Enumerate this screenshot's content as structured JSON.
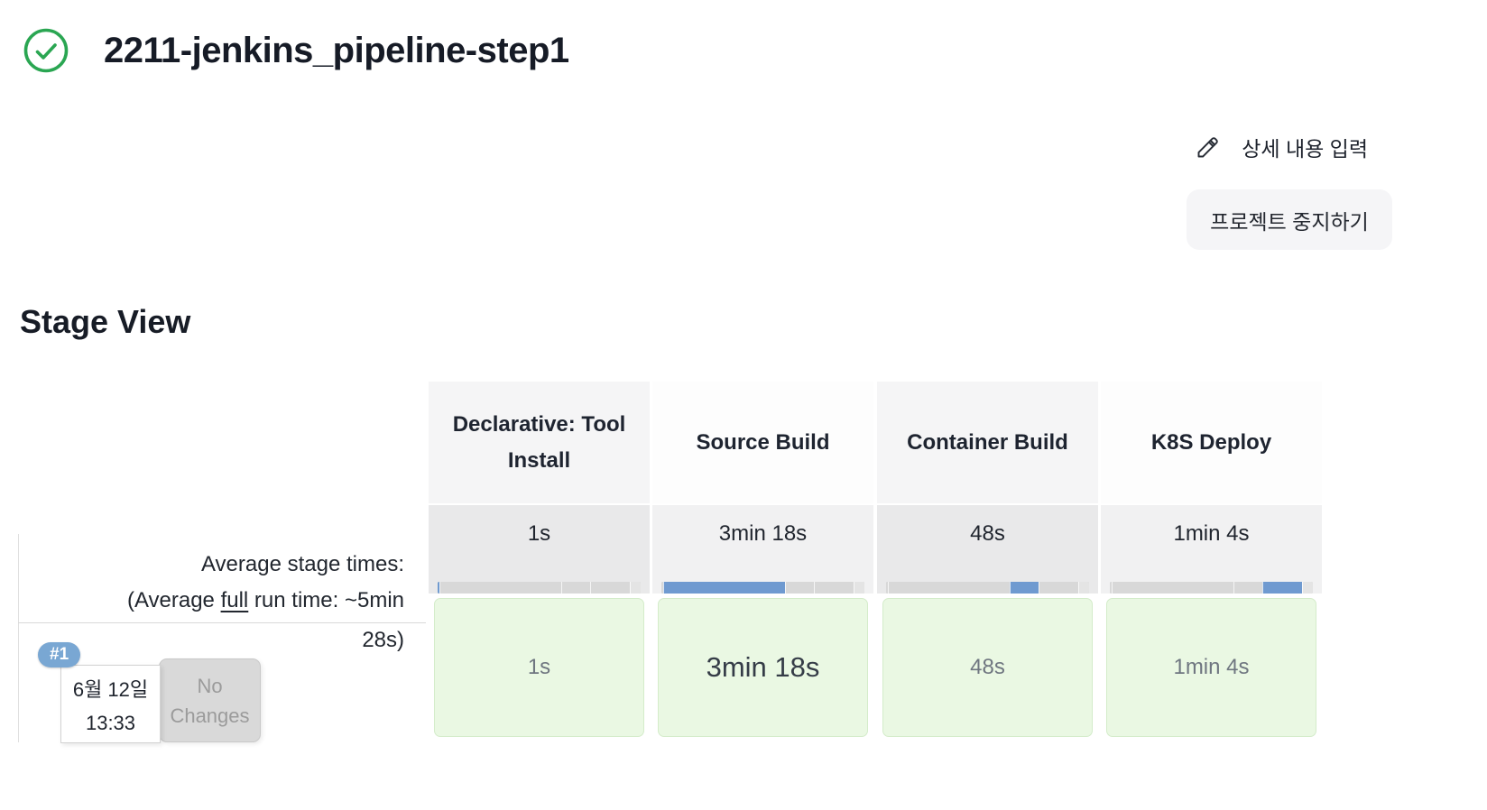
{
  "header": {
    "title": "2211-jenkins_pipeline-step1",
    "status": "success"
  },
  "actions": {
    "edit_details_label": "상세 내용 입력",
    "stop_project_label": "프로젝트 중지하기"
  },
  "stage_view": {
    "heading": "Stage View",
    "average_label": {
      "line1": "Average stage times:",
      "line2_prefix": "(Average ",
      "line2_underline": "full",
      "line2_suffix": " run time: ~5min",
      "line3": "28s)"
    },
    "columns": [
      {
        "name": "Declarative: Tool Install",
        "average": "1s"
      },
      {
        "name": "Source Build",
        "average": "3min 18s"
      },
      {
        "name": "Container Build",
        "average": "48s"
      },
      {
        "name": "K8S Deploy",
        "average": "1min 4s"
      }
    ],
    "avg_bars": [
      {
        "segments": [
          {
            "width": 1,
            "type": "active"
          },
          {
            "width": 59.7,
            "type": "idle"
          },
          {
            "width": 14.6,
            "type": "idle"
          },
          {
            "width": 19.5,
            "type": "idle"
          },
          {
            "width": 5.2,
            "type": "rest"
          }
        ]
      },
      {
        "segments": [
          {
            "width": 1,
            "type": "idle"
          },
          {
            "width": 59.7,
            "type": "active"
          },
          {
            "width": 14.6,
            "type": "idle"
          },
          {
            "width": 19.5,
            "type": "idle"
          },
          {
            "width": 5.2,
            "type": "rest"
          }
        ]
      },
      {
        "segments": [
          {
            "width": 1,
            "type": "idle"
          },
          {
            "width": 59.7,
            "type": "idle"
          },
          {
            "width": 14.6,
            "type": "active"
          },
          {
            "width": 19.5,
            "type": "idle"
          },
          {
            "width": 5.2,
            "type": "rest"
          }
        ]
      },
      {
        "segments": [
          {
            "width": 1,
            "type": "idle"
          },
          {
            "width": 59.7,
            "type": "idle"
          },
          {
            "width": 14.6,
            "type": "idle"
          },
          {
            "width": 19.5,
            "type": "active"
          },
          {
            "width": 5.2,
            "type": "rest"
          }
        ]
      }
    ],
    "builds": [
      {
        "id": "#1",
        "date": "6월 12일",
        "time": "13:33",
        "changes_line1": "No",
        "changes_line2": "Changes",
        "cells": [
          {
            "duration": "1s",
            "status": "success",
            "emphasized": false
          },
          {
            "duration": "3min 18s",
            "status": "success",
            "emphasized": true
          },
          {
            "duration": "48s",
            "status": "success",
            "emphasized": false
          },
          {
            "duration": "1min 4s",
            "status": "success",
            "emphasized": false
          }
        ]
      }
    ]
  },
  "colors": {
    "success_green": "#2aa652",
    "success_cell_bg": "#eaf8e3",
    "bar_active_blue": "#6f9ad0",
    "badge_blue": "#79a7d3"
  }
}
